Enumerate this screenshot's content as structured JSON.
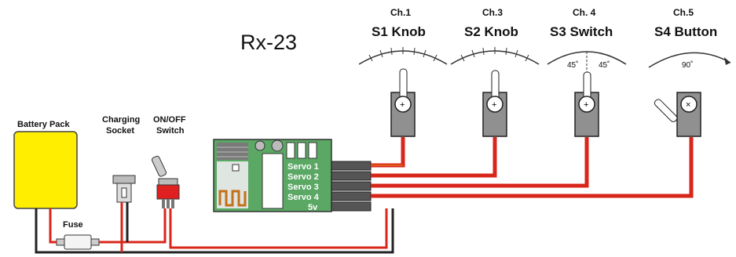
{
  "title": "Rx-23",
  "battery": {
    "label": "Battery Pack"
  },
  "charging": {
    "label_line1": "Charging",
    "label_line2": "Socket"
  },
  "onoff": {
    "label_line1": "ON/OFF",
    "label_line2": "Switch"
  },
  "fuse": {
    "label": "Fuse"
  },
  "receiver": {
    "ports": [
      "Servo 1",
      "Servo 2",
      "Servo 3",
      "Servo 4",
      "5v"
    ]
  },
  "servos": [
    {
      "channel": "Ch.1",
      "name": "S1 Knob"
    },
    {
      "channel": "Ch.3",
      "name": "S2 Knob"
    },
    {
      "channel": "Ch. 4",
      "name": "S3 Switch",
      "angle_left": "45˚",
      "angle_right": "45˚"
    },
    {
      "channel": "Ch.5",
      "name": "S4 Button",
      "angle": "90˚"
    }
  ],
  "colors": {
    "battery": "#ffee00",
    "wire_red": "#e83a1a",
    "wire_orange": "#f07820",
    "wire_black": "#333333",
    "servo_body": "#909090",
    "switch_red": "#e02020"
  }
}
